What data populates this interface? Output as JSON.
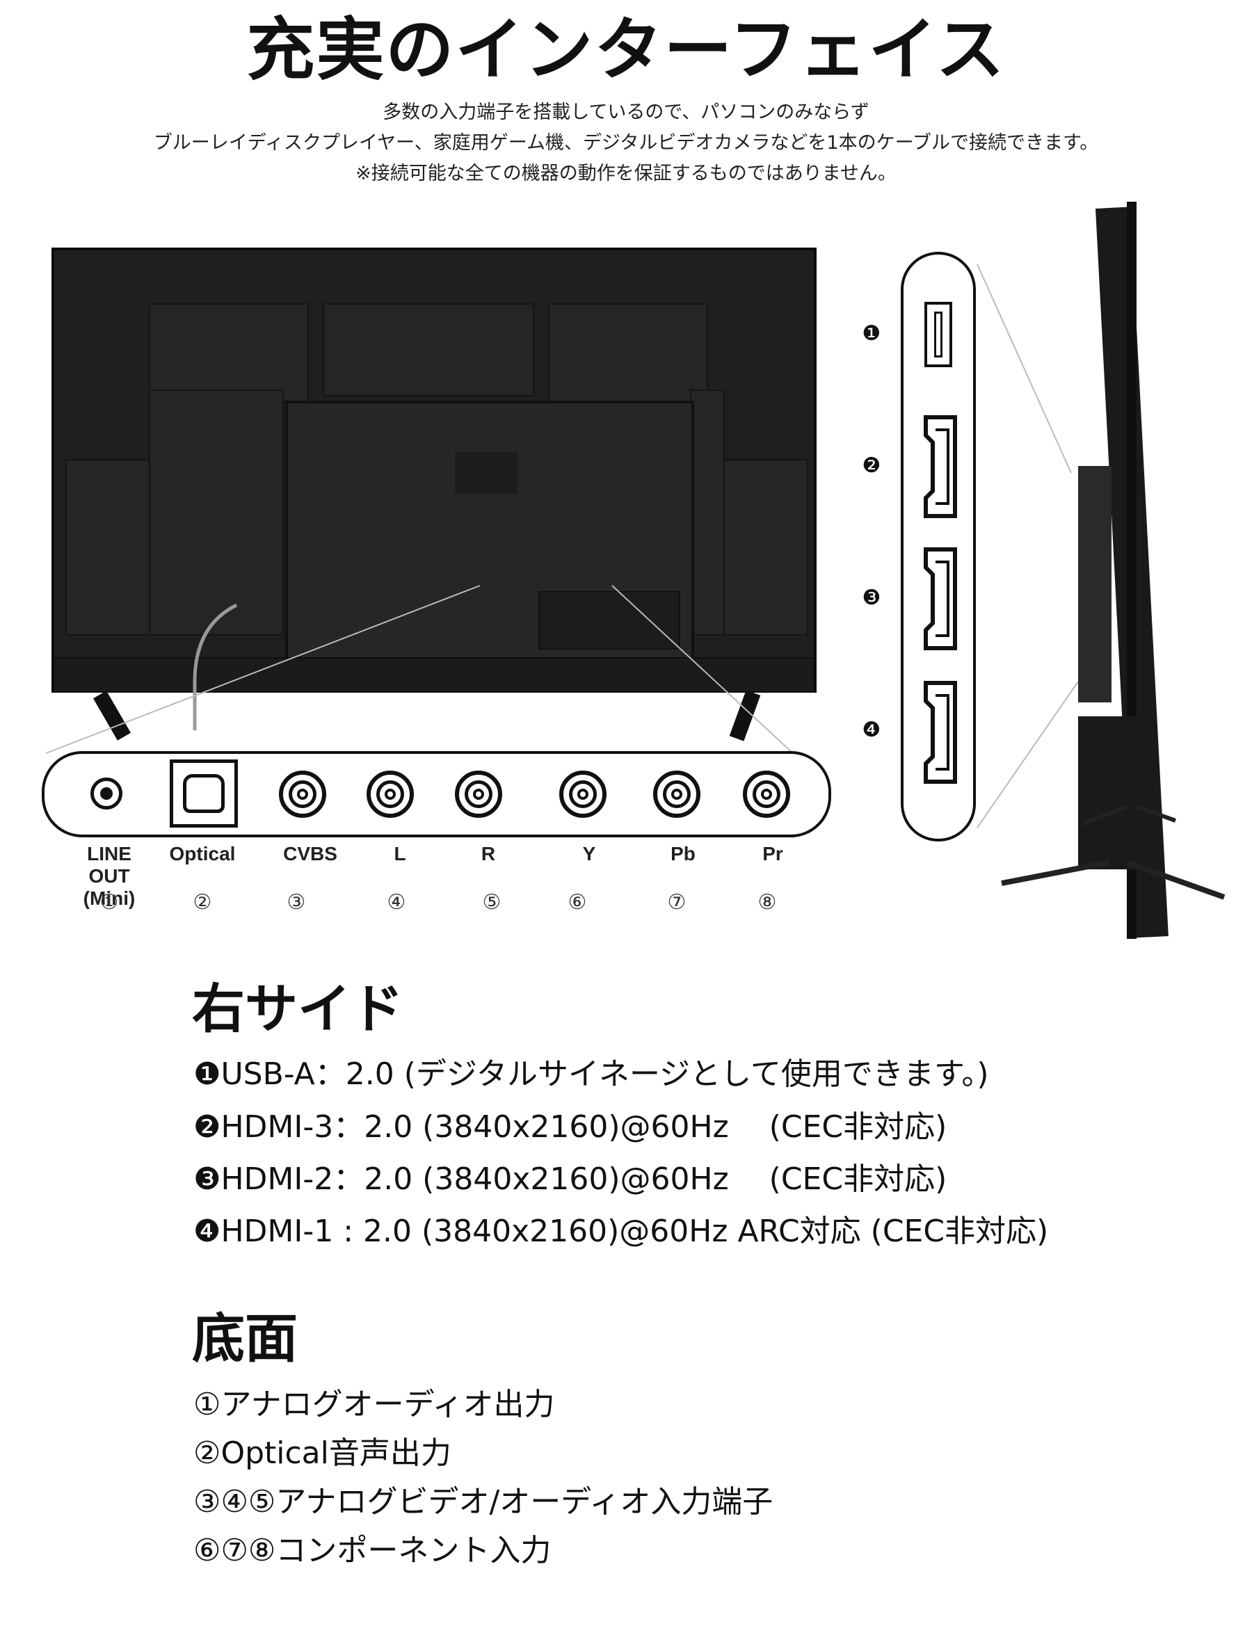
{
  "title": "充実のインターフェイス",
  "intro": [
    "多数の入力端子を搭載しているので、パソコンのみならず",
    "ブルーレイディスクプレイヤー、家庭用ゲーム機、デジタルビデオカメラなどを1本のケーブルで接続できます。",
    "※接続可能な全ての機器の動作を保証するものではありません。"
  ],
  "bottom_ports": [
    {
      "label": "LINE OUT\n(Mini)",
      "num": "①",
      "icon": "mini-jack-icon"
    },
    {
      "label": "Optical",
      "num": "②",
      "icon": "optical-port-icon"
    },
    {
      "label": "CVBS",
      "num": "③",
      "icon": "rca-jack-icon"
    },
    {
      "label": "L",
      "num": "④",
      "icon": "rca-jack-icon"
    },
    {
      "label": "R",
      "num": "⑤",
      "icon": "rca-jack-icon"
    },
    {
      "label": "Y",
      "num": "⑥",
      "icon": "rca-jack-icon"
    },
    {
      "label": "Pb",
      "num": "⑦",
      "icon": "rca-jack-icon"
    },
    {
      "label": "Pr",
      "num": "⑧",
      "icon": "rca-jack-icon"
    }
  ],
  "side_ports": [
    {
      "num": "❶",
      "icon": "usb-port-icon"
    },
    {
      "num": "❷",
      "icon": "hdmi-port-icon"
    },
    {
      "num": "❸",
      "icon": "hdmi-port-icon"
    },
    {
      "num": "❹",
      "icon": "hdmi-port-icon"
    }
  ],
  "right_side": {
    "heading": "右サイド",
    "lines": [
      "❶USB-A：2.0 (デジタルサイネージとして使用できます。)",
      "❷HDMI-3：2.0 (3840x2160)@60Hz　 (CEC非対応)",
      "❸HDMI-2：2.0 (3840x2160)@60Hz　 (CEC非対応)",
      "❹HDMI-1 : 2.0 (3840x2160)@60Hz ARC対応 (CEC非対応)"
    ]
  },
  "bottom": {
    "heading": "底面",
    "lines": [
      "①アナログオーディオ出力",
      "②Optical音声出力",
      "③④⑤アナログビデオ/オーディオ入力端子",
      "⑥⑦⑧コンポーネント入力"
    ]
  }
}
